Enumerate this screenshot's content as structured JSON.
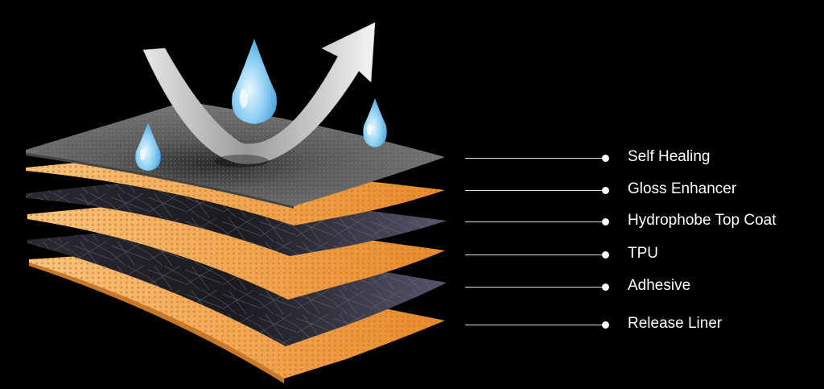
{
  "layers": [
    {
      "label": "Self Healing",
      "color": "#6b6b6b"
    },
    {
      "label": "Gloss Enhancer",
      "color": "#f0a24a"
    },
    {
      "label": "Hydrophobe Top Coat",
      "color": "#2b2b33"
    },
    {
      "label": "TPU",
      "color": "#f0a24a"
    },
    {
      "label": "Adhesive",
      "color": "#34343e"
    },
    {
      "label": "Release Liner",
      "color": "#f0a24a"
    }
  ],
  "icons": [
    "water-drop-icon",
    "bounce-arrow-icon"
  ],
  "colors": {
    "background": "#000000",
    "text": "#ffffff",
    "accent": "#f0a24a",
    "drop": "#7cc6ef"
  }
}
